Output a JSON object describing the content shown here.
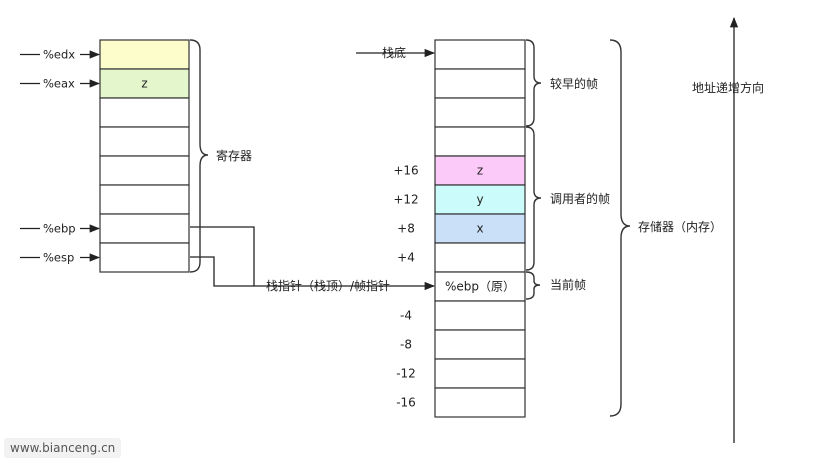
{
  "registers": {
    "rows": [
      {
        "pointer": "%edx",
        "value": "",
        "color": "#fdfdcc"
      },
      {
        "pointer": "%eax",
        "value": "z",
        "color": "#e4f7cc"
      },
      {
        "pointer": "",
        "value": "",
        "color": "#ffffff"
      },
      {
        "pointer": "",
        "value": "",
        "color": "#ffffff"
      },
      {
        "pointer": "",
        "value": "",
        "color": "#ffffff"
      },
      {
        "pointer": "",
        "value": "",
        "color": "#ffffff"
      },
      {
        "pointer": "%ebp",
        "value": "",
        "color": "#ffffff"
      },
      {
        "pointer": "%esp",
        "value": "",
        "color": "#ffffff"
      }
    ],
    "group_label": "寄存器"
  },
  "memory": {
    "bottom_label": "栈底",
    "rows": [
      {
        "offset": "",
        "value": "",
        "color": "#ffffff"
      },
      {
        "offset": "",
        "value": "",
        "color": "#ffffff"
      },
      {
        "offset": "",
        "value": "",
        "color": "#ffffff"
      },
      {
        "offset": "",
        "value": "",
        "color": "#ffffff"
      },
      {
        "offset": "+16",
        "value": "z",
        "color": "#fccaf8"
      },
      {
        "offset": "+12",
        "value": "y",
        "color": "#ccfbfb"
      },
      {
        "offset": "+8",
        "value": "x",
        "color": "#c9e0f8"
      },
      {
        "offset": "+4",
        "value": "",
        "color": "#ffffff"
      },
      {
        "offset": "",
        "value": "%ebp（原）",
        "color": "#ffffff"
      },
      {
        "offset": "-4",
        "value": "",
        "color": "#ffffff"
      },
      {
        "offset": "-8",
        "value": "",
        "color": "#ffffff"
      },
      {
        "offset": "-12",
        "value": "",
        "color": "#ffffff"
      },
      {
        "offset": "-16",
        "value": "",
        "color": "#ffffff"
      }
    ],
    "pointer_label": "栈指针（栈顶）/帧指针",
    "frames": {
      "earlier": "较早的帧",
      "caller": "调用者的帧",
      "current": "当前帧"
    },
    "storage_label": "存储器（内存）"
  },
  "address_axis_label": "地址递增方向",
  "watermark": "www.bianceng.cn"
}
